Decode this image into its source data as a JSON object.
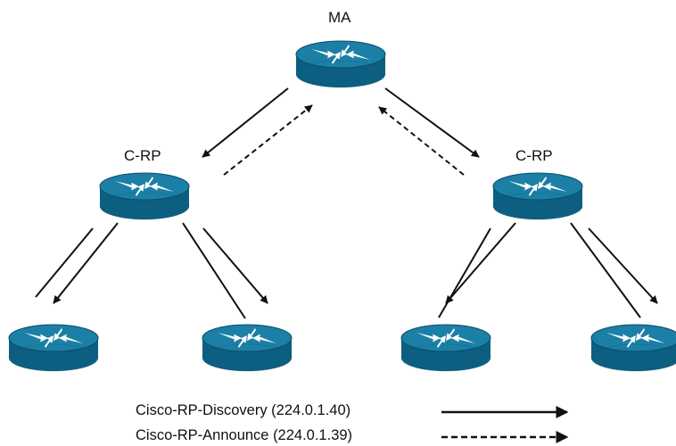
{
  "labels": {
    "ma": "MA",
    "crp_left": "C-RP",
    "crp_right": "C-RP"
  },
  "legend": {
    "discovery": "Cisco-RP-Discovery (224.0.1.40)",
    "announce": "Cisco-RP-Announce (224.0.1.39)"
  },
  "colors": {
    "router_top": "#1b7fa6",
    "router_side": "#0c5f80",
    "router_rim": "#0a4d68",
    "line": "#111111",
    "background": "#ffffff"
  },
  "nodes": [
    {
      "id": "ma",
      "role": "Mapping Agent",
      "icon": "router-icon"
    },
    {
      "id": "crp-left",
      "role": "Candidate RP",
      "icon": "router-icon"
    },
    {
      "id": "crp-right",
      "role": "Candidate RP",
      "icon": "router-icon"
    },
    {
      "id": "leaf-1",
      "icon": "router-icon"
    },
    {
      "id": "leaf-2",
      "icon": "router-icon"
    },
    {
      "id": "leaf-3",
      "icon": "router-icon"
    },
    {
      "id": "leaf-4",
      "icon": "router-icon"
    }
  ],
  "edges": [
    {
      "from": "ma",
      "to": "crp-left",
      "type": "discovery"
    },
    {
      "from": "crp-left",
      "to": "ma",
      "type": "announce"
    },
    {
      "from": "ma",
      "to": "crp-right",
      "type": "discovery"
    },
    {
      "from": "crp-right",
      "to": "ma",
      "type": "announce"
    },
    {
      "from": "crp-left",
      "to": "leaf-1",
      "type": "discovery"
    },
    {
      "from": "crp-left",
      "to": "leaf-2",
      "type": "discovery"
    },
    {
      "from": "crp-right",
      "to": "leaf-3",
      "type": "discovery"
    },
    {
      "from": "crp-right",
      "to": "leaf-4",
      "type": "discovery"
    }
  ]
}
